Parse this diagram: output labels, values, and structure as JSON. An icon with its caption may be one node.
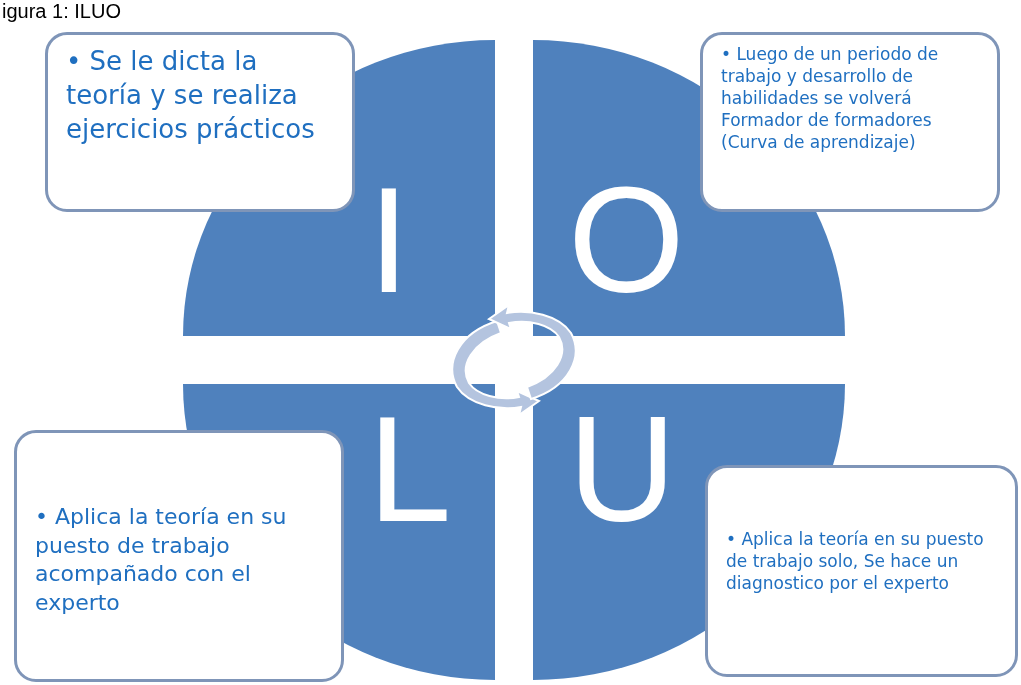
{
  "diagram": {
    "title": "igura 1: ILUO",
    "nodes": [
      {
        "text": [
          "• Se le dicta la teoría y se realiza ejercicios prácticos"
        ]
      },
      {
        "text": [
          "• Luego de un periodo de trabajo y desarrollo de habilidades se volverá Formador de formadores (Curva de aprendizaje)"
        ]
      },
      {
        "text": [
          "I"
        ]
      },
      {
        "text": [
          "O"
        ]
      },
      {
        "text": [
          "L"
        ]
      },
      {
        "text": [
          "U"
        ]
      },
      {
        "text": [
          "• Aplica la teoría en su puesto de trabajo acompañado con el experto"
        ]
      },
      {
        "text": [
          "• Aplica la teoría en su puesto de trabajo solo, Se hace un diagnostico por el experto"
        ]
      }
    ]
  }
}
